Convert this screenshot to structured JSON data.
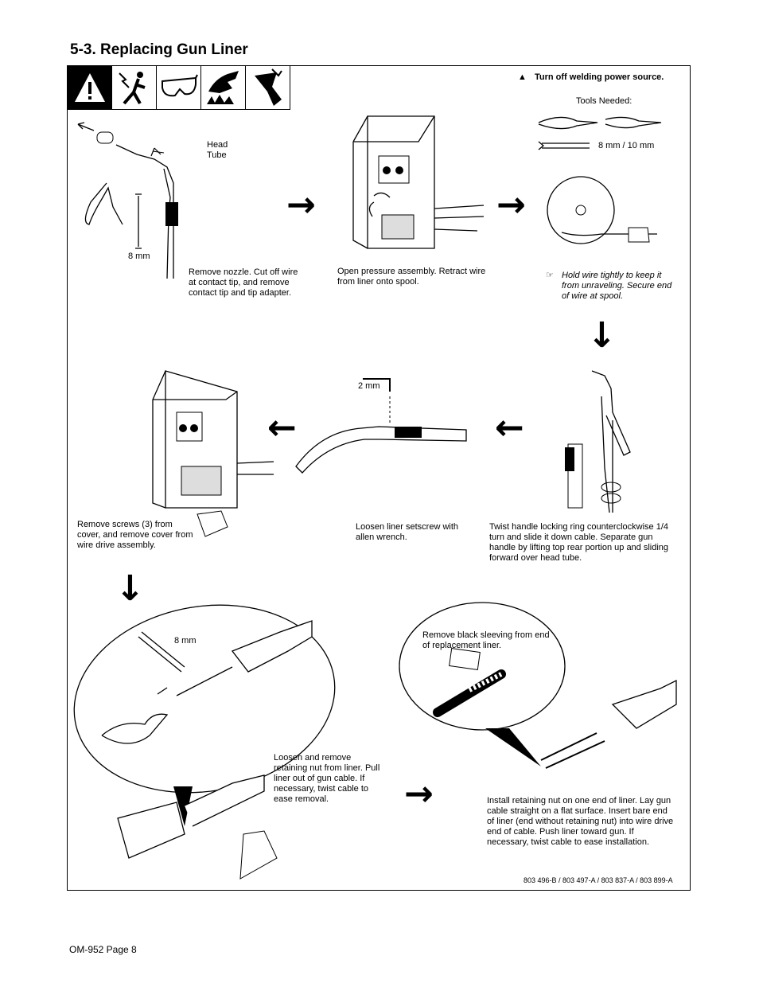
{
  "section_title": "5-3.   Replacing Gun Liner",
  "icons": [
    "warning-icon",
    "electric-shock-icon",
    "safety-glasses-icon",
    "hot-parts-icon",
    "moving-parts-icon"
  ],
  "warning_note": "Turn off welding power source.",
  "warning_symbol": "▲",
  "tools": {
    "label": "Tools Needed:",
    "wrench_size": "8 mm / 10 mm"
  },
  "step1": {
    "label_head_tube": "Head\nTube",
    "label_wrench": "8 mm",
    "text": "Remove nozzle. Cut off wire at contact tip, and remove contact tip and tip adapter."
  },
  "step2": {
    "text": "Open pressure assembly. Retract wire from liner onto spool."
  },
  "step3": {
    "note_symbol": "☞",
    "text": "Hold wire tightly to keep it from unraveling. Secure end of wire at spool."
  },
  "step4": {
    "text": "Twist handle locking ring counterclockwise 1/4 turn and slide it down cable. Separate gun handle by lifting top rear portion up and sliding forward over head tube."
  },
  "step5": {
    "label_wrench": "2 mm",
    "text": "Loosen liner setscrew with allen wrench."
  },
  "step6": {
    "text": "Remove screws (3) from cover, and remove cover from wire drive assembly."
  },
  "step7": {
    "label_wrench": "8 mm",
    "text": "Loosen and remove retaining nut from liner. Pull liner out of gun cable. If necessary, twist cable to ease removal."
  },
  "step8": {
    "bubble_text": "Remove black sleeving from end of replacement liner.",
    "text": "Install retaining nut on one end of liner. Lay gun cable straight on a flat surface. Insert bare end of liner (end without retaining nut) into wire drive end of cable. Push liner toward gun. If necessary, twist cable to ease installation."
  },
  "arrows": {
    "right": "→",
    "down": "↓",
    "left": "←"
  },
  "part_numbers": "803 496-B / 803 497-A / 803 837-A / 803 899-A",
  "footer": "OM-952 Page 8"
}
